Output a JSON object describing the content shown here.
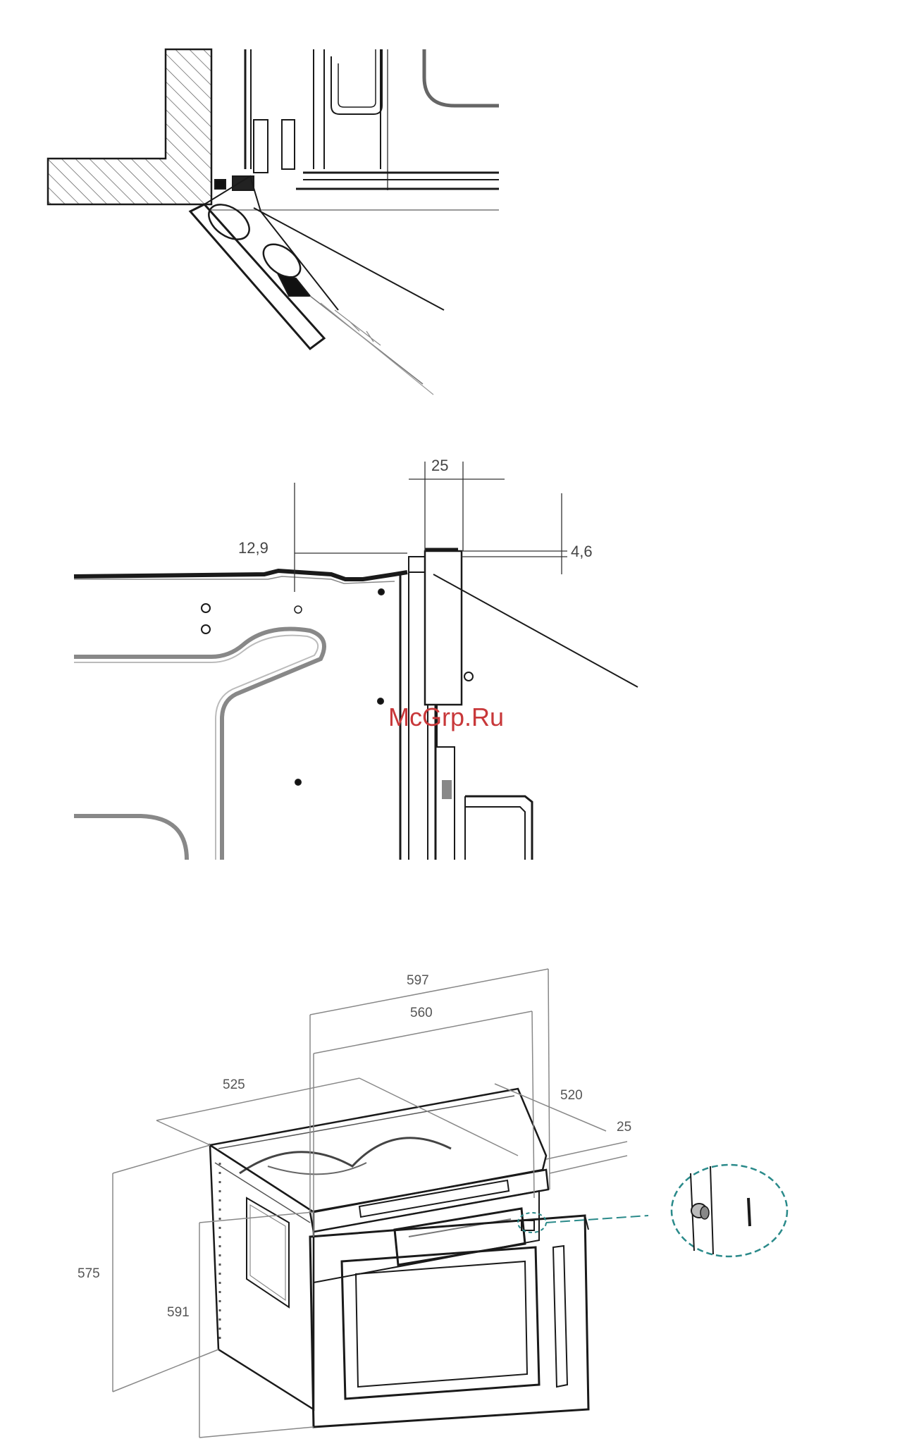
{
  "watermark": "McGrp.Ru",
  "detail_section": {
    "dimensions": {
      "gap_depth": "12,9",
      "frame_width": "25",
      "offset": "4,6"
    }
  },
  "isometric_view": {
    "dimensions": {
      "total_width": "597",
      "inner_width": "560",
      "depth": "525",
      "body_depth": "520",
      "front_thickness": "25",
      "body_height": "575",
      "total_height": "591"
    }
  },
  "colors": {
    "line": "#1a1a1a",
    "dim_line": "#888888",
    "callout": "#2a8a8a",
    "watermark": "#c8383a"
  },
  "icons": {
    "callout": "magnifier-circle-icon"
  }
}
